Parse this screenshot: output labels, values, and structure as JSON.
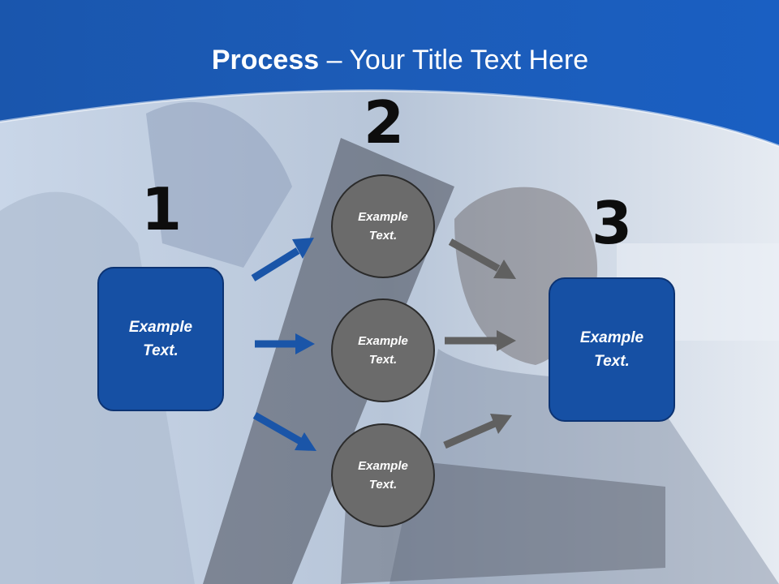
{
  "slide": {
    "title_bold": "Process",
    "title_rest": " – Your Title Text Here",
    "colors": {
      "header_blue": "#1a5bb5",
      "box_blue": "#1650a4",
      "circle_gray": "#6b6b6b",
      "arrow_blue": "#1a55a8",
      "arrow_gray": "#606060"
    }
  },
  "steps": [
    {
      "number": "1",
      "label": "Example\nText."
    },
    {
      "number": "2",
      "circles": [
        {
          "label": "Example\nText."
        },
        {
          "label": "Example\nText."
        },
        {
          "label": "Example\nText."
        }
      ]
    },
    {
      "number": "3",
      "label": "Example\nText."
    }
  ]
}
